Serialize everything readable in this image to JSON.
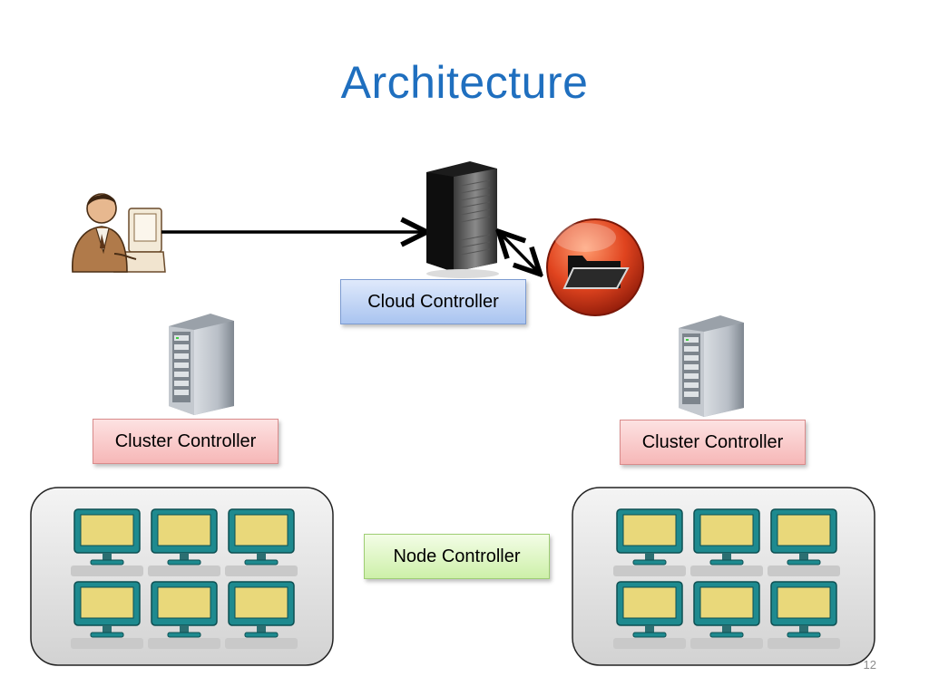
{
  "slide": {
    "title": "Architecture",
    "page_number": "12"
  },
  "labels": {
    "cloud_controller": "Cloud Controller",
    "cluster_controller_left": "Cluster Controller",
    "cluster_controller_right": "Cluster Controller",
    "node_controller": "Node Controller"
  },
  "icons": {
    "user": "user-at-computer-icon",
    "cloud_server": "tower-server-icon",
    "storage": "folder-storage-icon",
    "cluster_server": "server-icon",
    "node": "monitor-icon"
  },
  "colors": {
    "title": "#1f6fbf",
    "cloud_box": "#a9c4f0",
    "cluster_box": "#f6b7b7",
    "node_box": "#cdf0a9",
    "monitor_frame": "#1e8a8f",
    "monitor_screen": "#e9d87a",
    "storage_orb": "#d9391c"
  }
}
